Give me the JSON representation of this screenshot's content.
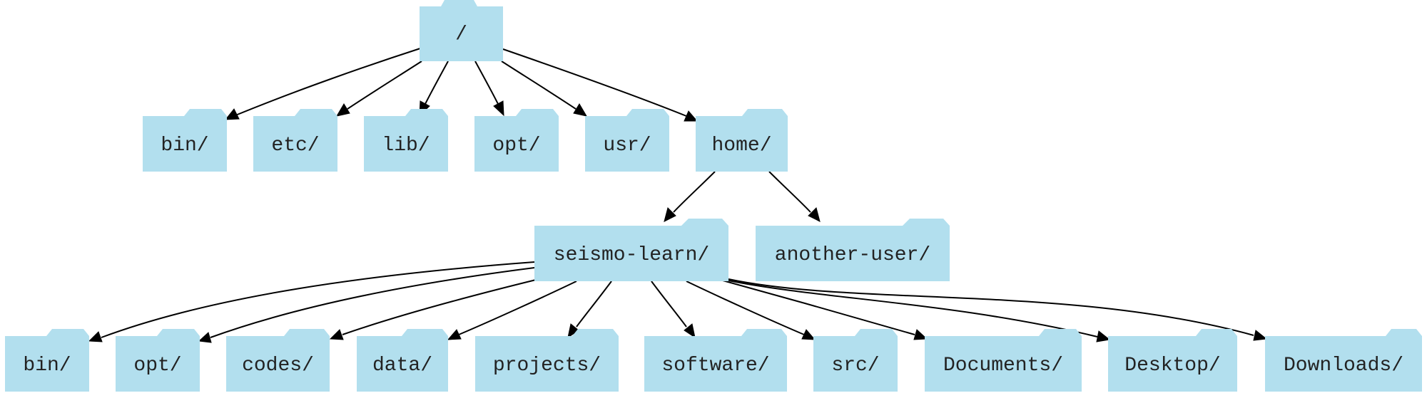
{
  "colors": {
    "folder_fill": "#b2dfee",
    "edge": "#000000",
    "label": "#222222"
  },
  "nodes": {
    "root": "/",
    "bin": "bin/",
    "etc": "etc/",
    "lib": "lib/",
    "opt": "opt/",
    "usr": "usr/",
    "home": "home/",
    "seismo_learn": "seismo-learn/",
    "another_user": "another-user/",
    "user_bin": "bin/",
    "user_opt": "opt/",
    "codes": "codes/",
    "data": "data/",
    "projects": "projects/",
    "software": "software/",
    "src": "src/",
    "documents": "Documents/",
    "desktop": "Desktop/",
    "downloads": "Downloads/"
  }
}
